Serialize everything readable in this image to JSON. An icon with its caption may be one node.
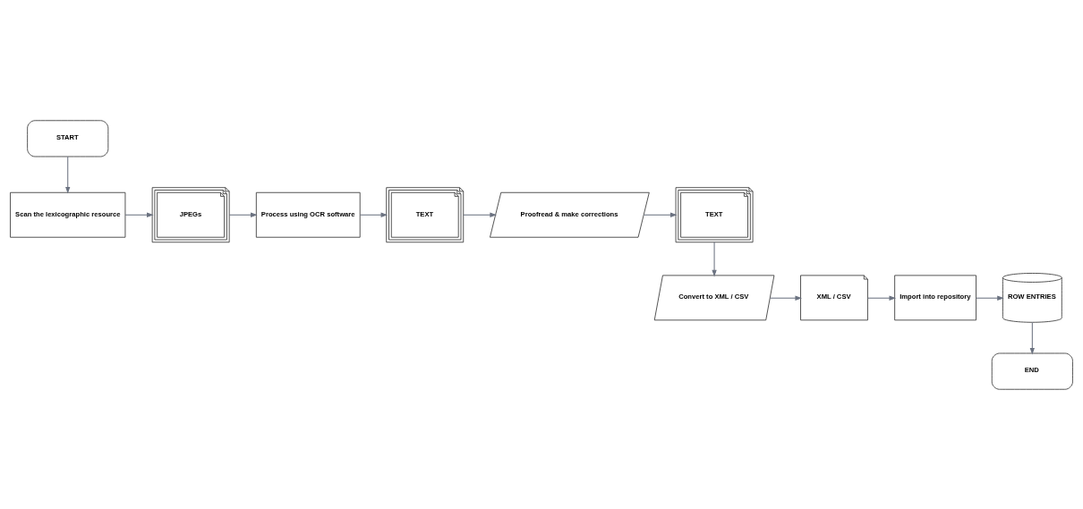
{
  "diagram": {
    "nodes": [
      {
        "text": [
          "START"
        ]
      },
      {
        "text": [
          "Scan the lexicographic resource"
        ]
      },
      {
        "text": [
          "JPEGs"
        ]
      },
      {
        "text": [
          "Process using OCR software"
        ]
      },
      {
        "text": [
          "TEXT"
        ]
      },
      {
        "text": [
          "Proofread & make corrections"
        ]
      },
      {
        "text": [
          "TEXT"
        ]
      },
      {
        "text": [
          "Convert to XML / CSV"
        ]
      },
      {
        "text": [
          "XML / CSV"
        ]
      },
      {
        "text": [
          "Import into repository"
        ]
      },
      {
        "text": [
          "ROW ENTRIES"
        ]
      },
      {
        "text": [
          "END"
        ]
      }
    ],
    "edges": [
      {
        "from": 0,
        "to": 1,
        "arrow": "to"
      },
      {
        "from": 1,
        "to": 2,
        "arrow": "to"
      },
      {
        "from": 2,
        "to": 3,
        "arrow": "to"
      },
      {
        "from": 3,
        "to": 4,
        "arrow": "to"
      },
      {
        "from": 4,
        "to": 5,
        "arrow": "to"
      },
      {
        "from": 5,
        "to": 6,
        "arrow": "to"
      },
      {
        "from": 6,
        "to": 7,
        "arrow": "to"
      },
      {
        "from": 7,
        "to": 8,
        "arrow": "to"
      },
      {
        "from": 8,
        "to": 9,
        "arrow": "to"
      },
      {
        "from": 9,
        "to": 10,
        "arrow": "to"
      },
      {
        "from": 10,
        "to": 11,
        "arrow": "to"
      }
    ]
  }
}
